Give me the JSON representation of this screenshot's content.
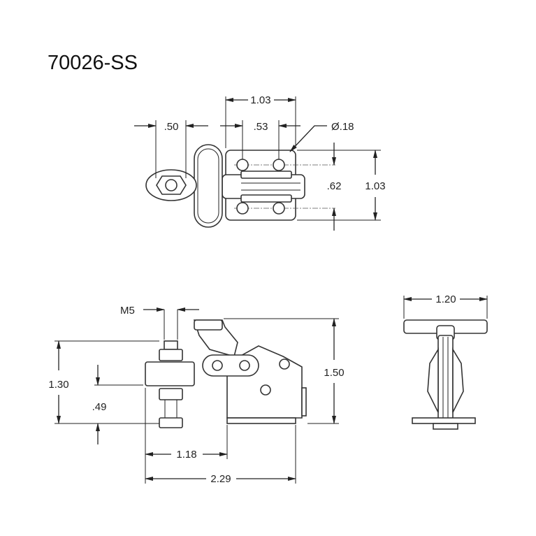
{
  "title": "70026-SS",
  "top_view": {
    "overall_width": "1.03",
    "handle_offset": ".50",
    "hole_spacing_x": ".53",
    "hole_diameter": "Ø.18",
    "hole_spacing_y": ".62",
    "overall_depth": "1.03"
  },
  "side_view": {
    "thread": "M5",
    "spindle_height": "1.30",
    "spindle_offset": ".49",
    "overall_height": "1.50",
    "spindle_reach": "1.18",
    "overall_length": "2.29"
  },
  "end_view": {
    "handle_width": "1.20"
  }
}
